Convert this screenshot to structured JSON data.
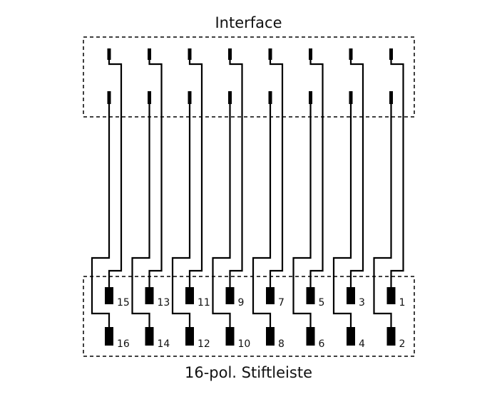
{
  "labels": {
    "top": "Interface",
    "bottom": "16-pol. Stiftleiste"
  },
  "channels": [
    {
      "top_pin": "15",
      "bottom_pin": "16"
    },
    {
      "top_pin": "13",
      "bottom_pin": "14"
    },
    {
      "top_pin": "11",
      "bottom_pin": "12"
    },
    {
      "top_pin": "9",
      "bottom_pin": "10"
    },
    {
      "top_pin": "7",
      "bottom_pin": "8"
    },
    {
      "top_pin": "5",
      "bottom_pin": "6"
    },
    {
      "top_pin": "3",
      "bottom_pin": "4"
    },
    {
      "top_pin": "1",
      "bottom_pin": "2"
    }
  ],
  "colors": {
    "line": "#000000",
    "background": "#ffffff"
  }
}
